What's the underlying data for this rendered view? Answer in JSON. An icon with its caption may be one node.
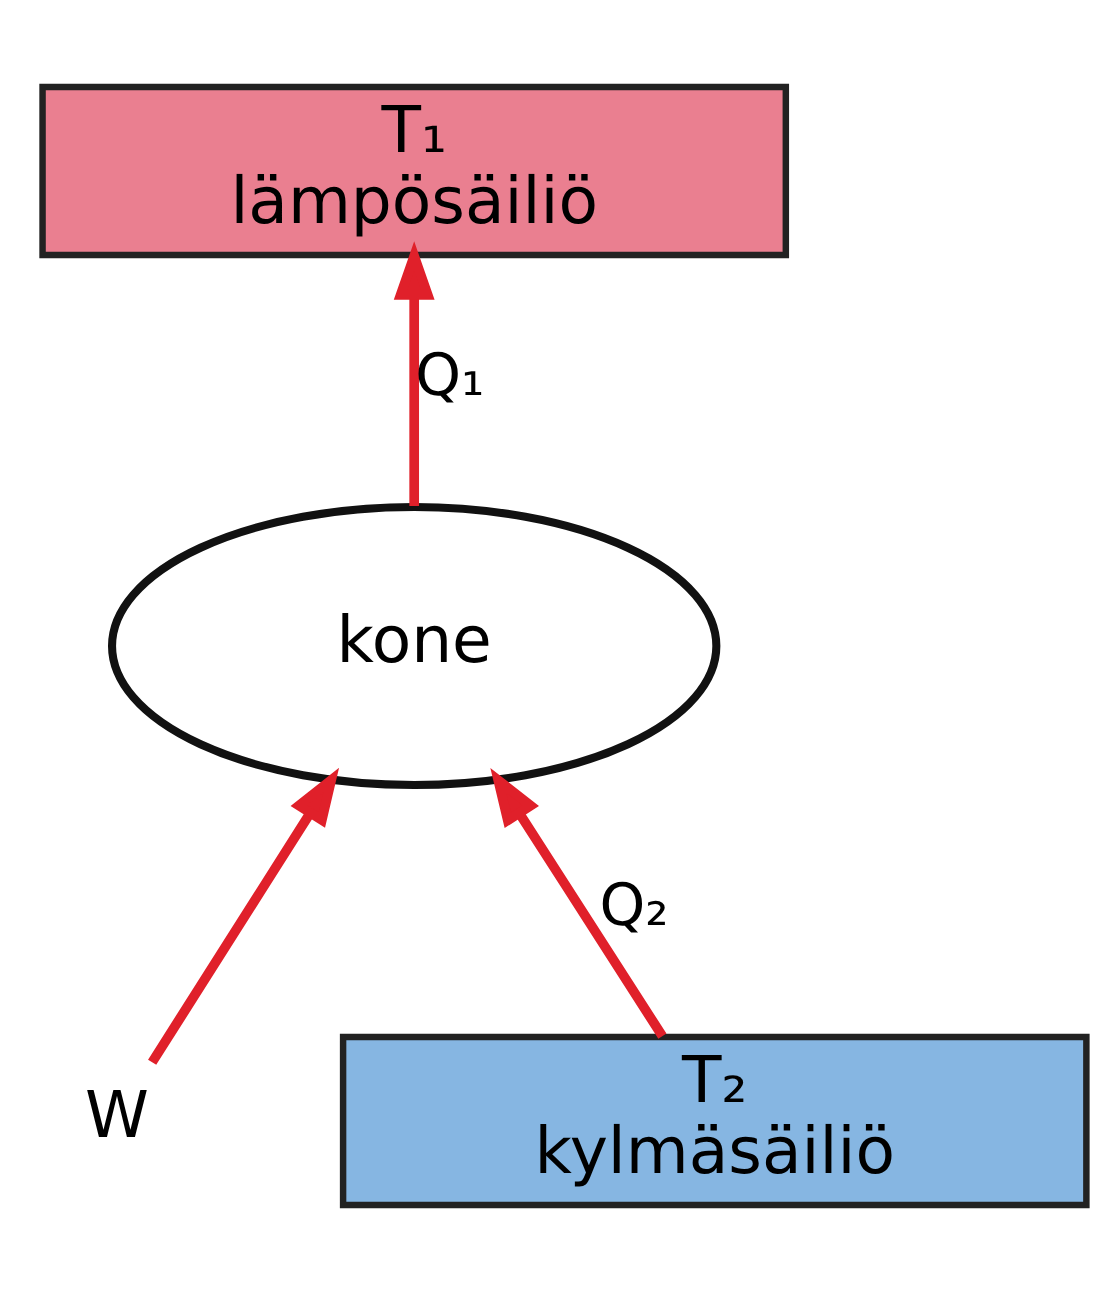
{
  "diagram": {
    "nodes": [
      {
        "text": [
          "T₁",
          "lämpösäiliö"
        ]
      },
      {
        "text": [
          "kone"
        ]
      },
      {
        "text": [
          "W"
        ]
      },
      {
        "text": [
          "T₂",
          "kylmäsäiliö"
        ]
      }
    ],
    "edges": [
      {
        "from": 1,
        "to": 0,
        "arrow": "to",
        "label": "Q₁"
      },
      {
        "from": 2,
        "to": 1,
        "arrow": "to"
      },
      {
        "from": 3,
        "to": 1,
        "arrow": "to",
        "label": "Q₂"
      }
    ]
  }
}
